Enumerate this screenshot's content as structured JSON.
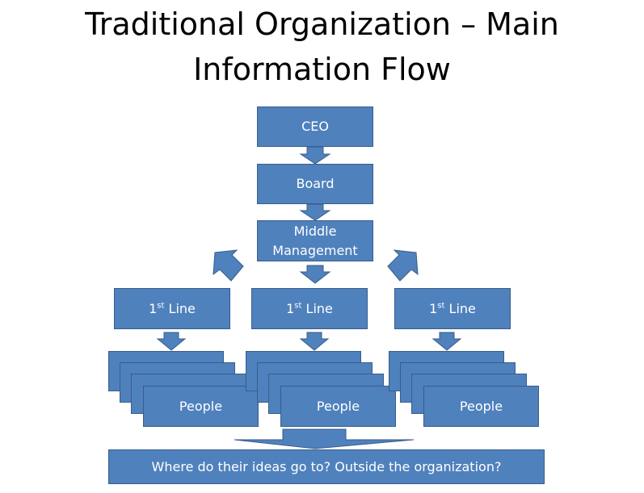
{
  "title": {
    "line1": "Traditional Organization – Main",
    "line2": "Information Flow"
  },
  "nodes": {
    "ceo": "CEO",
    "board": "Board",
    "middle_line1": "Middle",
    "middle_line2": "Management",
    "first_line": {
      "number": "1",
      "suffix": "st",
      "text": " Line"
    },
    "people": "People",
    "outcome": "Where do their ideas go to? Outside the organization?"
  },
  "colors": {
    "box_fill": "#4f81bd",
    "box_border": "#385d8a",
    "text": "#ffffff"
  }
}
